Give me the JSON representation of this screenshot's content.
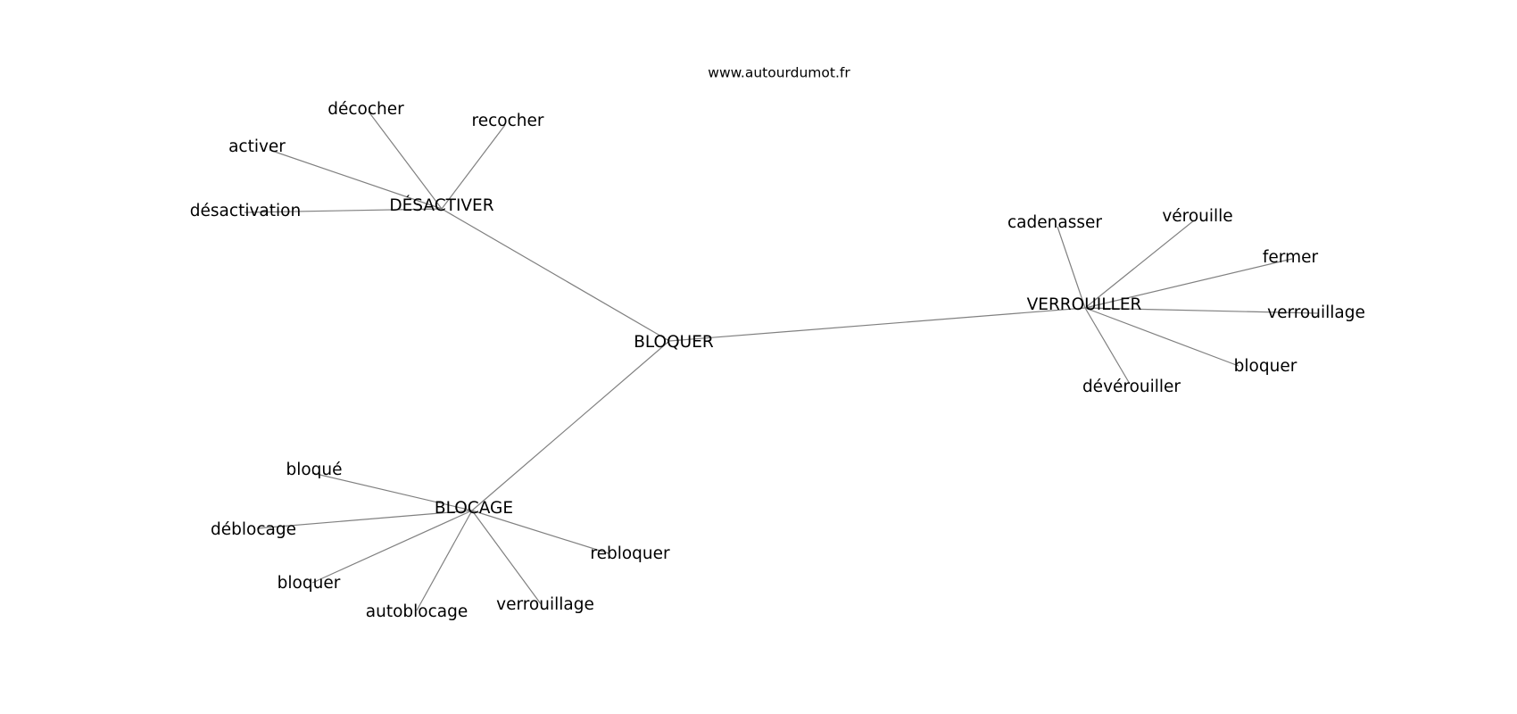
{
  "source": "www.autourdumot.fr",
  "graph": {
    "center": "BLOQUER",
    "hubs": [
      {
        "label": "DÉSACTIVER",
        "neighbors": [
          "décocher",
          "recocher",
          "activer",
          "désactivation"
        ]
      },
      {
        "label": "VERROUILLER",
        "neighbors": [
          "cadenasser",
          "vérouille",
          "fermer",
          "verrouillage",
          "bloquer",
          "dévérouiller"
        ]
      },
      {
        "label": "BLOCAGE",
        "neighbors": [
          "bloqué",
          "déblocage",
          "bloquer",
          "autoblocage",
          "verrouillage",
          "rebloquer"
        ]
      }
    ]
  }
}
